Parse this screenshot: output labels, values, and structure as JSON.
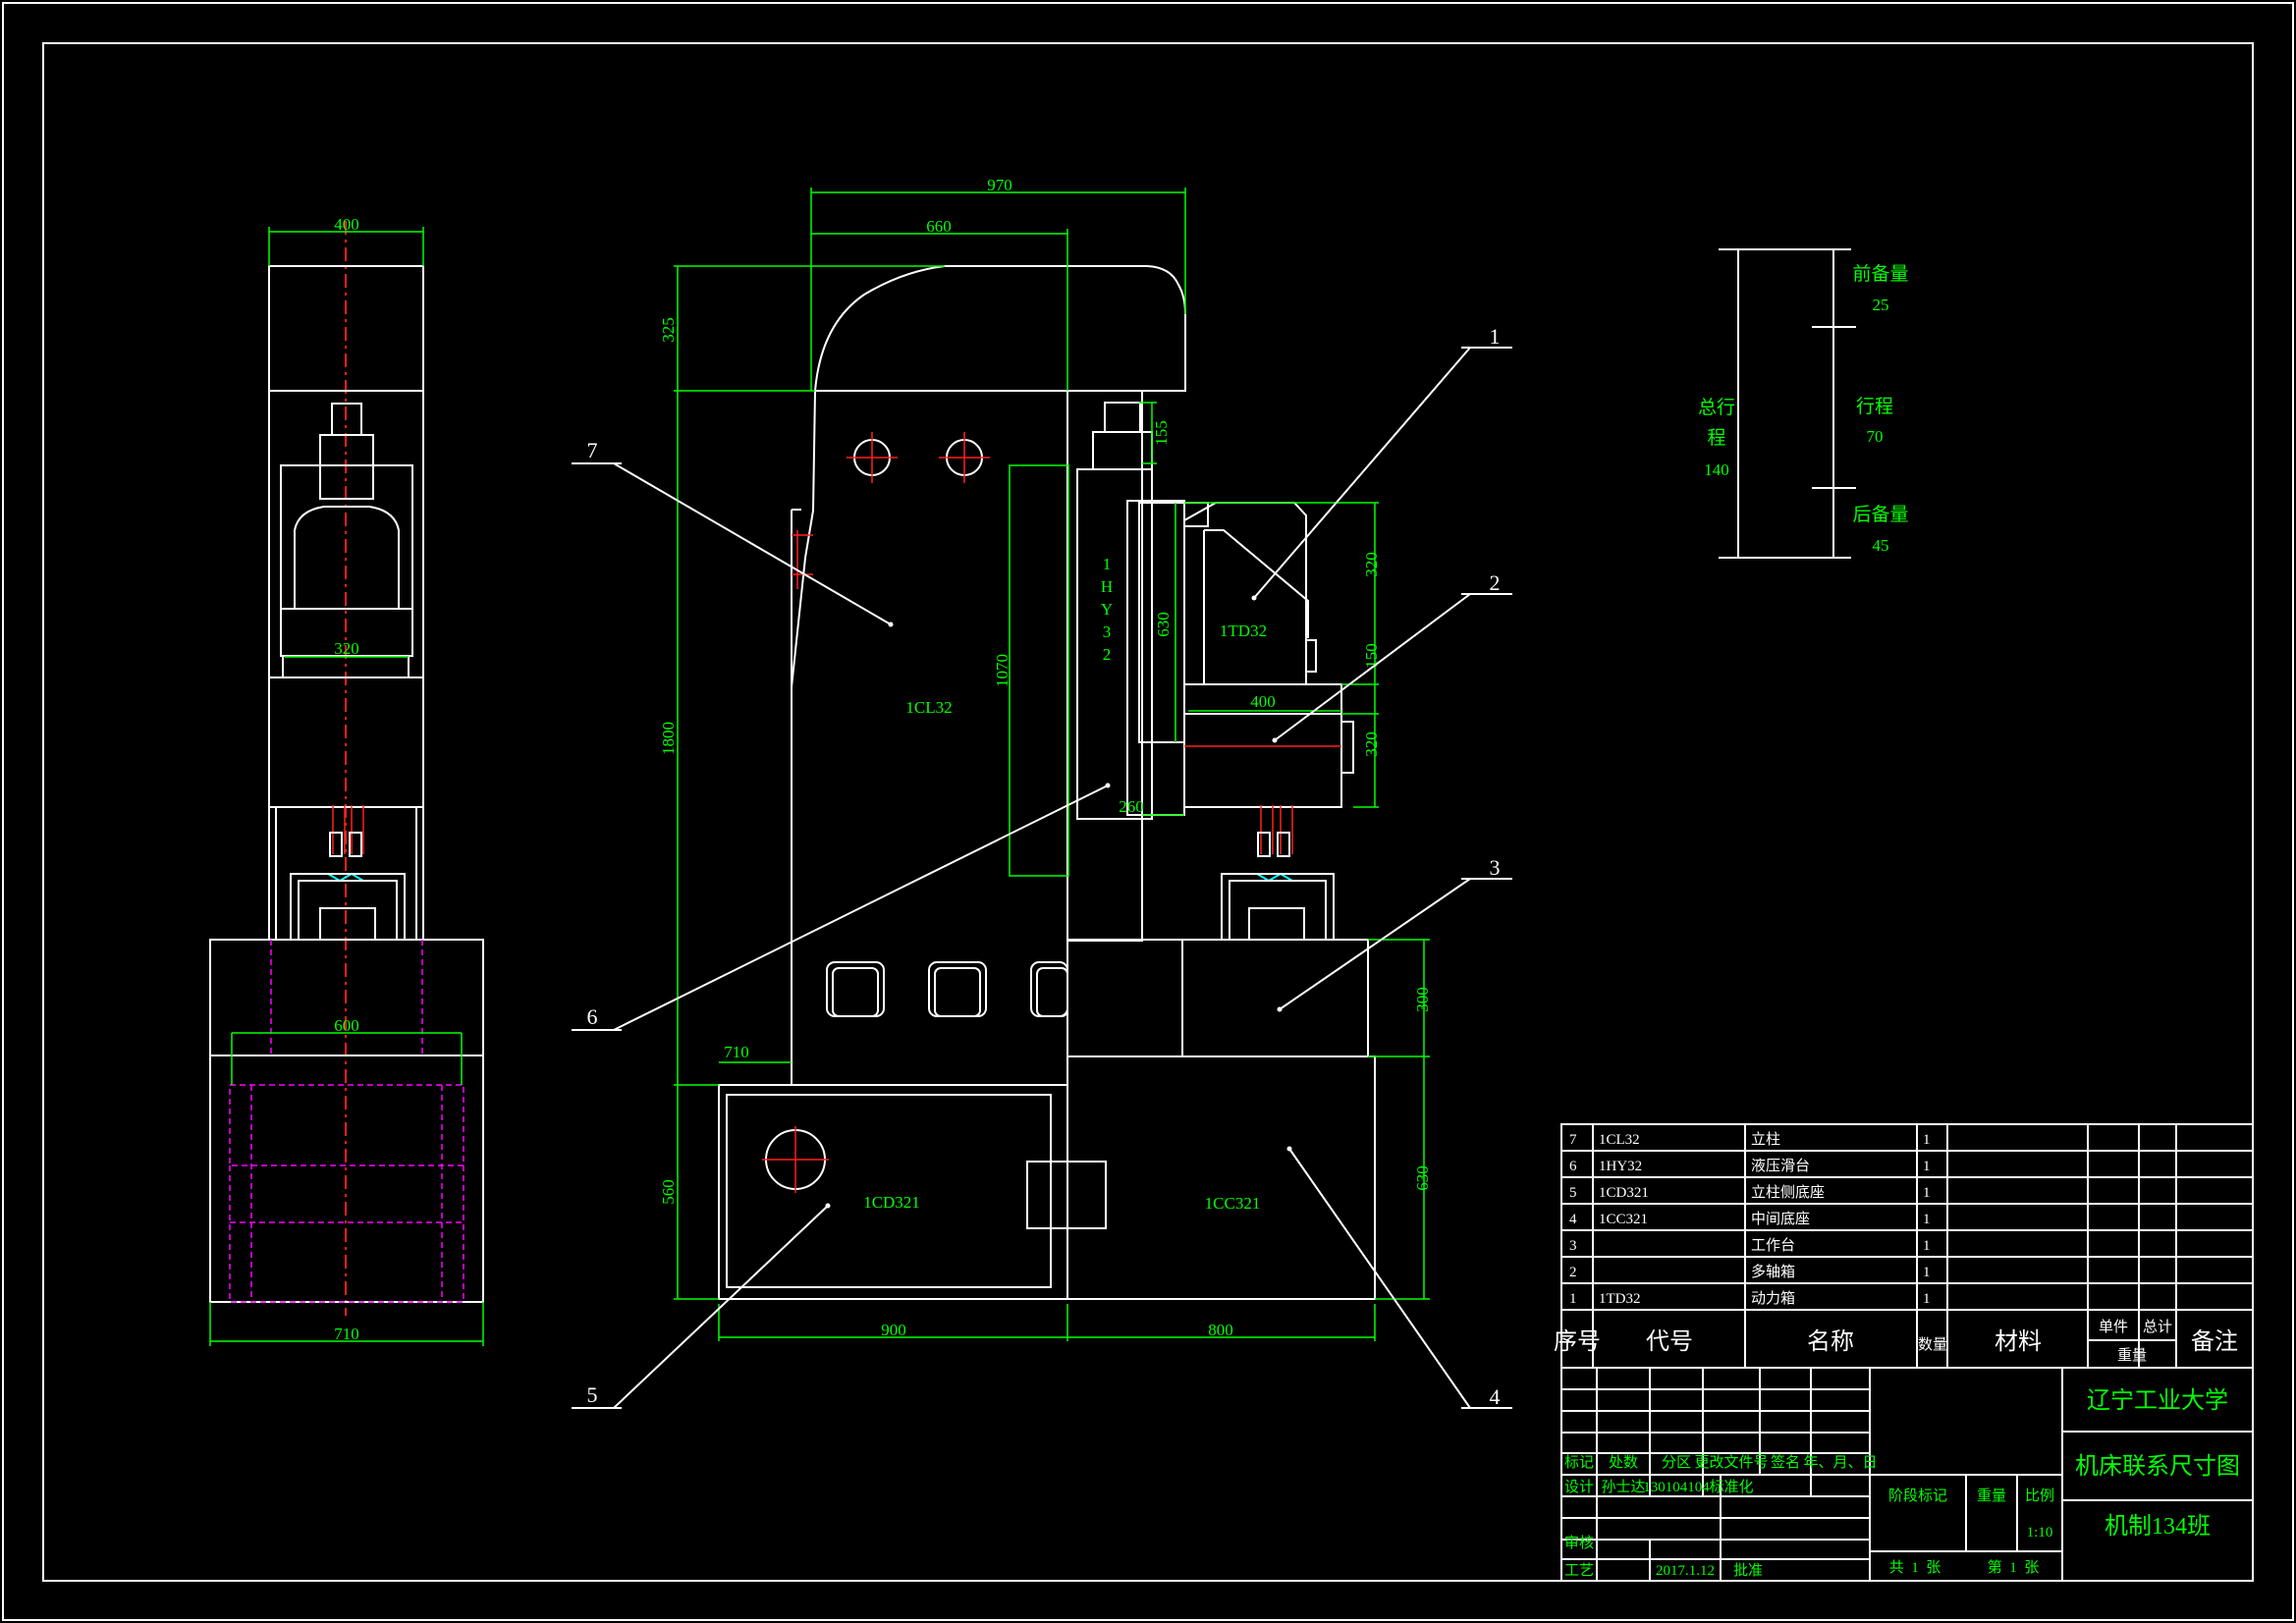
{
  "colors": {
    "background": "#000000",
    "outline": "#ffffff",
    "dimension": "#00ff00",
    "centerline": "#ff2020",
    "hidden": "#ff00ff",
    "accent": "#00ffff"
  },
  "side_view": {
    "dim_top": "400",
    "dim_mid": "320",
    "dim_base_top": "600",
    "dim_base_bottom": "710"
  },
  "front_view": {
    "dim_970": "970",
    "dim_660": "660",
    "dim_325": "325",
    "dim_1800": "1800",
    "dim_155": "155",
    "dim_1070": "1070",
    "dim_630_slide": "630",
    "dim_320_upper": "320",
    "dim_150": "150",
    "dim_400": "400",
    "dim_320_lower": "320",
    "dim_260": "260",
    "dim_300": "300",
    "dim_710": "710",
    "dim_560": "560",
    "dim_630_base": "630",
    "dim_900": "900",
    "dim_800": "800",
    "label_column": "1CL32",
    "label_slide": "1HY32",
    "label_power_head": "1TD32",
    "label_side_base": "1CD321",
    "label_mid_base": "1CC321",
    "callouts": [
      "1",
      "2",
      "3",
      "4",
      "5",
      "6",
      "7"
    ]
  },
  "stroke_diagram": {
    "total_label_1": "总行",
    "total_label_2": "程",
    "total_value": "140",
    "front_label": "前备量",
    "front_value": "25",
    "stroke_label": "行程",
    "stroke_value": "70",
    "back_label": "后备量",
    "back_value": "45"
  },
  "bom": {
    "rows": [
      {
        "no": "7",
        "code": "1CL32",
        "name": "立柱",
        "qty": "1"
      },
      {
        "no": "6",
        "code": "1HY32",
        "name": "液压滑台",
        "qty": "1"
      },
      {
        "no": "5",
        "code": "1CD321",
        "name": "立柱侧底座",
        "qty": "1"
      },
      {
        "no": "4",
        "code": "1CC321",
        "name": "中间底座",
        "qty": "1"
      },
      {
        "no": "3",
        "code": "",
        "name": "工作台",
        "qty": "1"
      },
      {
        "no": "2",
        "code": "",
        "name": "多轴箱",
        "qty": "1"
      },
      {
        "no": "1",
        "code": "1TD32",
        "name": "动力箱",
        "qty": "1"
      }
    ],
    "header": {
      "no": "序号",
      "code": "代号",
      "name": "名称",
      "qty": "数量",
      "material": "材料",
      "single": "单件",
      "total": "总计",
      "weight": "重量",
      "remark": "备注"
    }
  },
  "title_block": {
    "marks": [
      "标记",
      "处数",
      "分区",
      "更改文件号",
      "签名",
      "年、月、日"
    ],
    "design_label": "设计",
    "designer": "孙士达",
    "student_id": "130104104",
    "standard_label": "标准化",
    "review_label": "审核",
    "process_label": "工艺",
    "date": "2017.1.12",
    "approve_label": "批准",
    "stage_label": "阶段标记",
    "weight_label": "重量",
    "scale_label": "比例",
    "scale": "1:10",
    "sheets_total": "共  1  张",
    "sheet_no": "第  1  张",
    "school": "辽宁工业大学",
    "drawing_title": "机床联系尺寸图",
    "class_name": "机制134班"
  }
}
